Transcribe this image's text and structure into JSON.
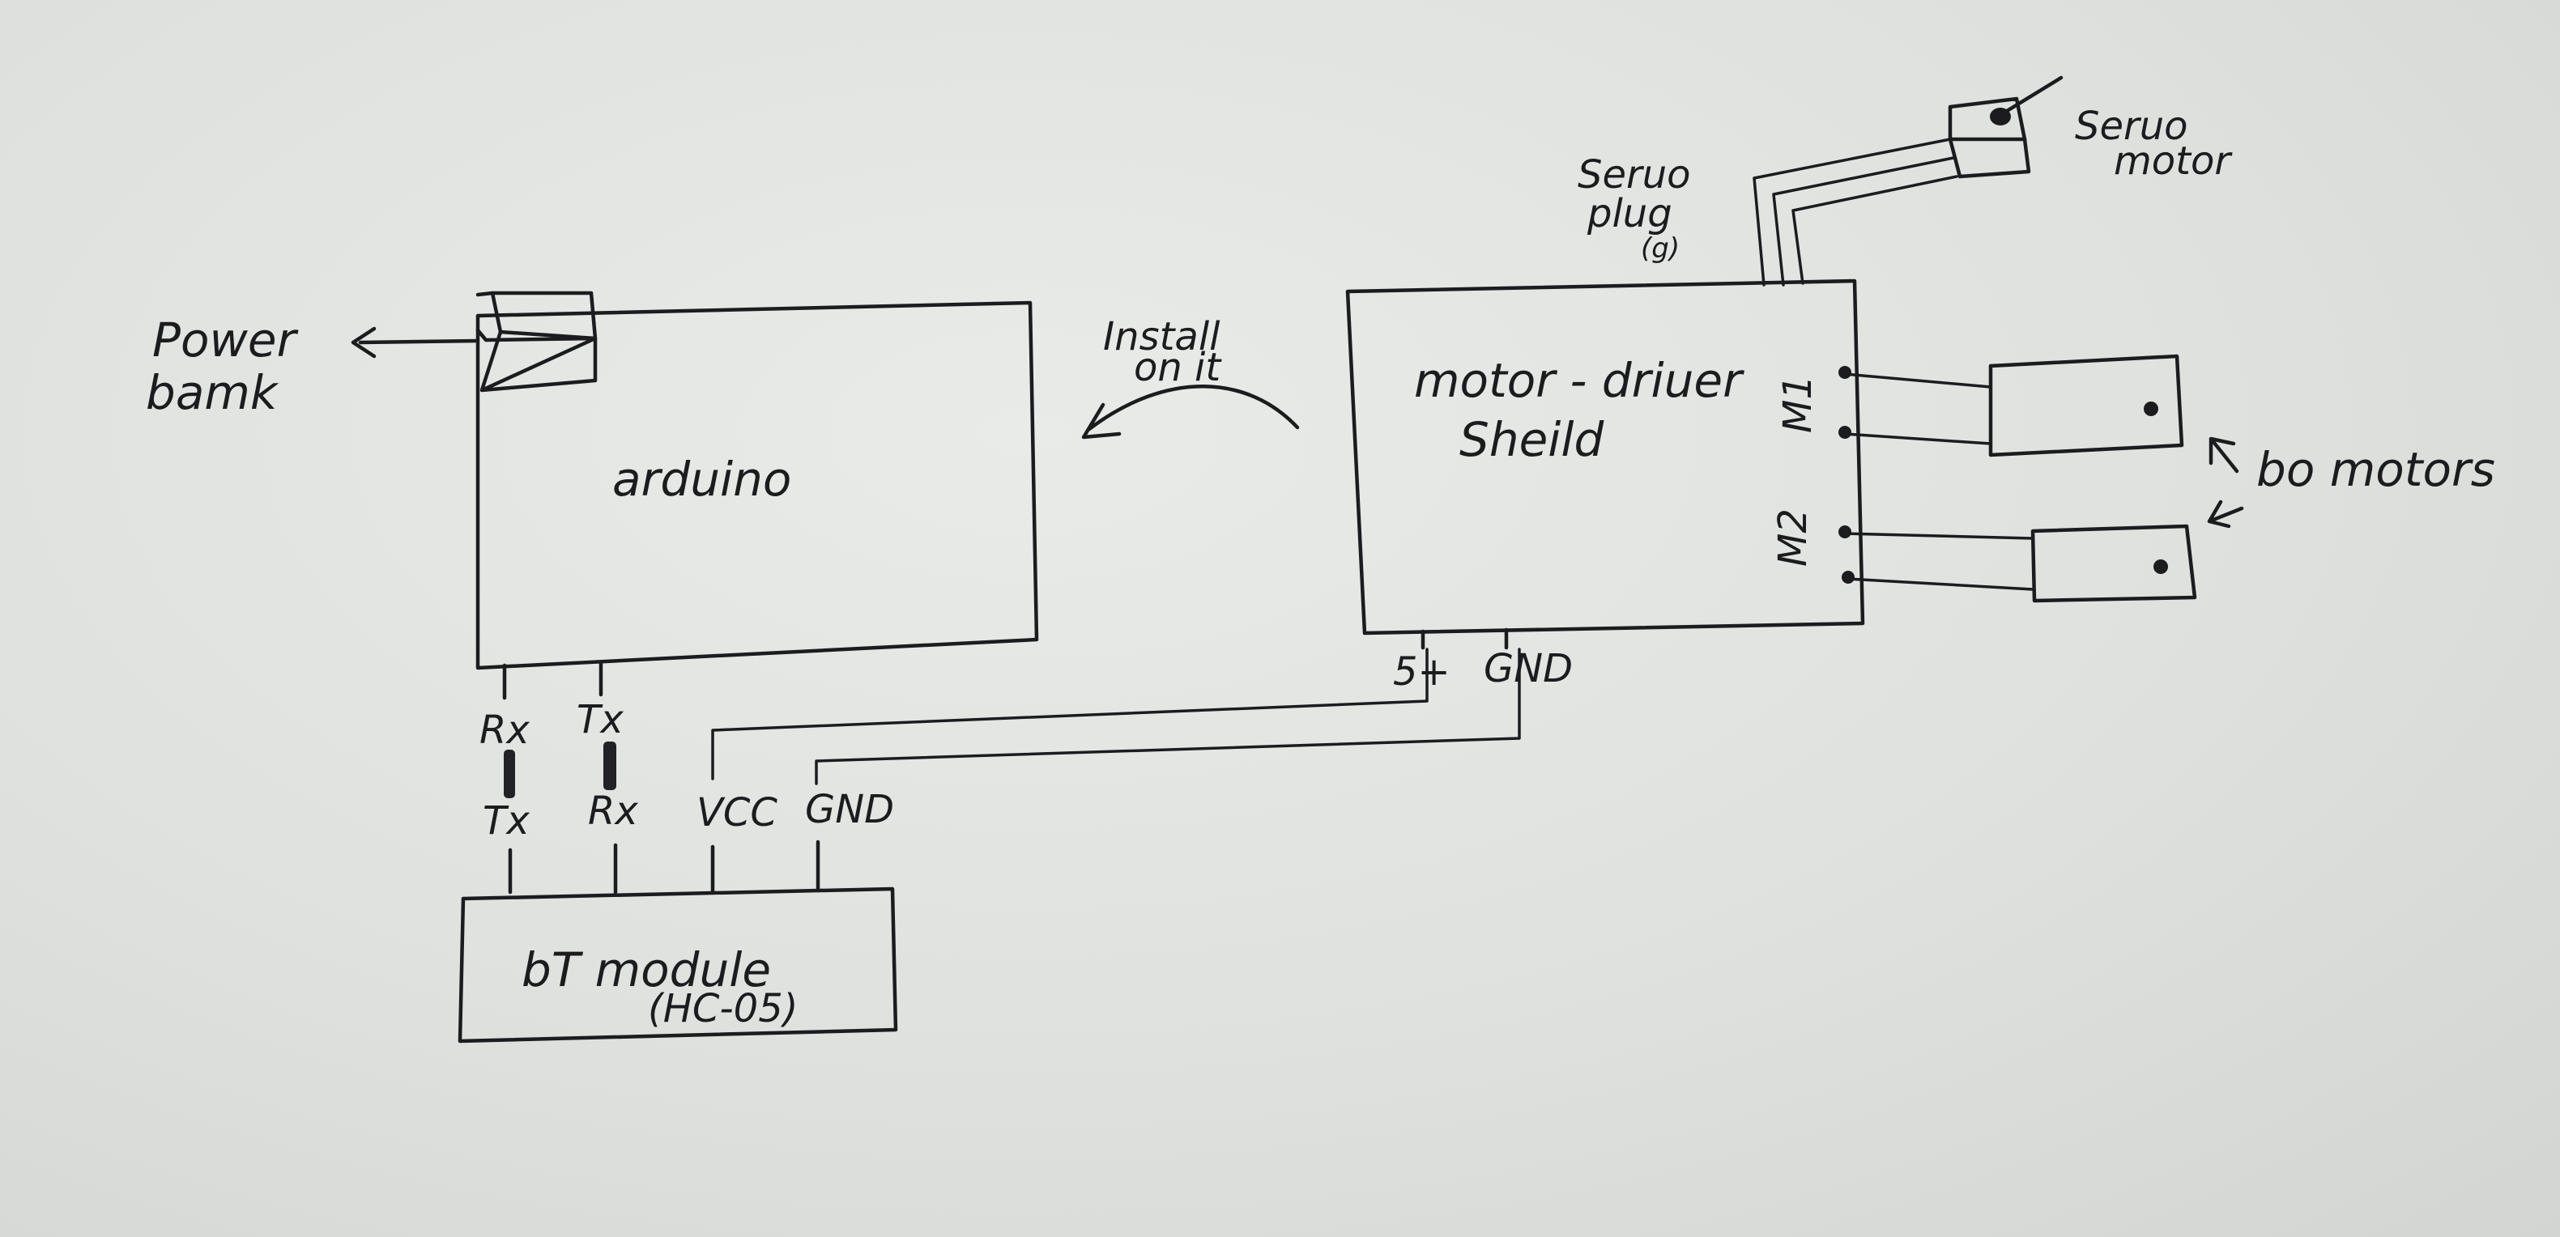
{
  "labels": {
    "power_bank": [
      "Power",
      "bamk"
    ],
    "arduino": "arduino",
    "install": [
      "Install",
      "on it"
    ],
    "motor_driver": [
      "motor - driuer",
      "Sheild"
    ],
    "servo_plug": [
      "Seruo",
      "plug",
      "(g)"
    ],
    "servo_motor": [
      "Seruo",
      "motor"
    ],
    "m1": "M1",
    "m2": "M2",
    "bo_motors": "bo motors",
    "pin_5v": "5+",
    "pin_gnd_shield": "GND",
    "arduino_rx": "Rx",
    "arduino_tx": "Tx",
    "bt_tx": "Tx",
    "bt_rx": "Rx",
    "bt_vcc": "VCC",
    "bt_gnd": "GND",
    "bt_module": [
      "bT module",
      "(HC-05)"
    ]
  }
}
